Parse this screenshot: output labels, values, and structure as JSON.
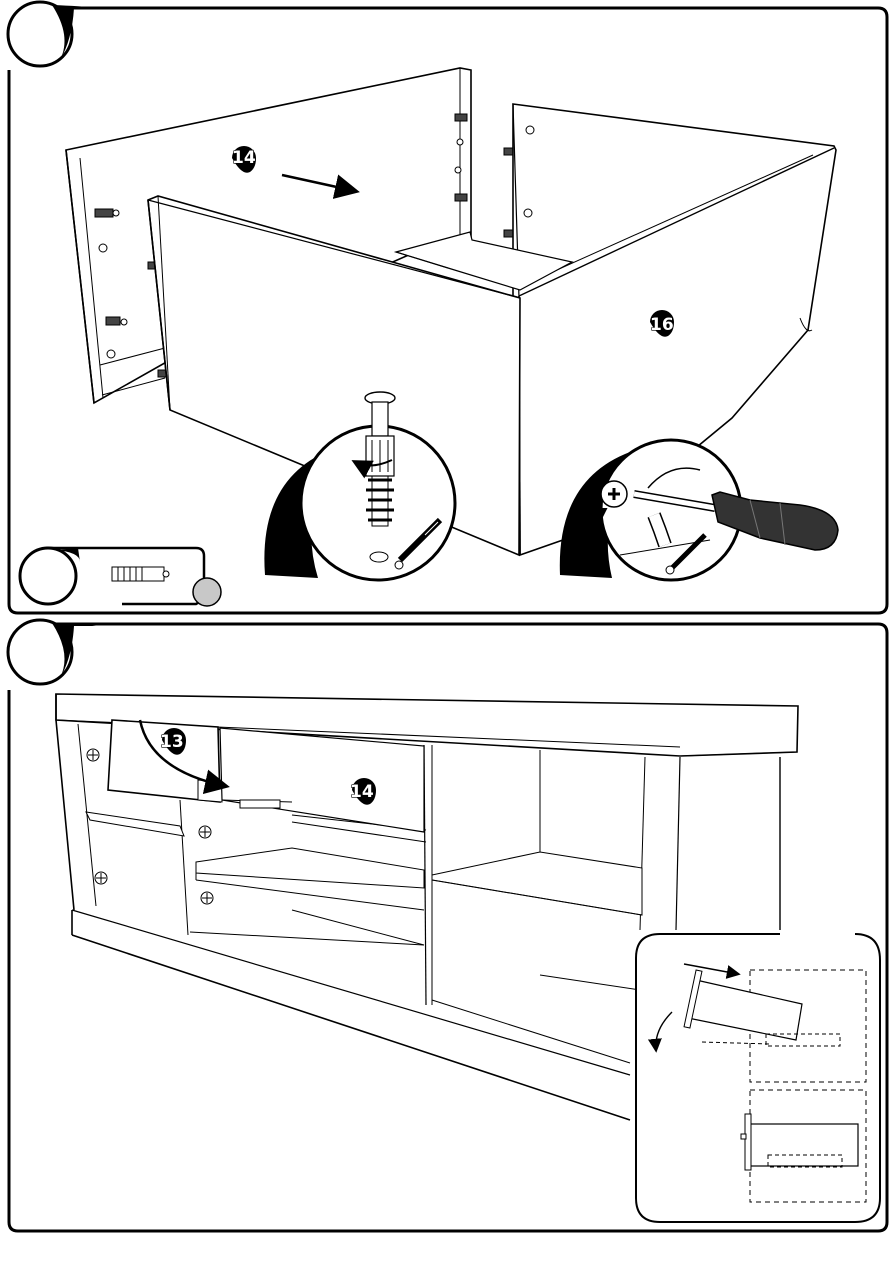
{
  "steps": [
    {
      "panel": "top",
      "part_labels": {
        "moving_panel": "14",
        "side_panel": "16"
      },
      "inset_parts": [
        "cam-bolt",
        "cam-lock"
      ],
      "hardware_icon": "dowel-pin-icon"
    },
    {
      "panel": "bottom",
      "part_labels": {
        "drawer_front": "13",
        "drawer_box": "14"
      },
      "detail": "drawer-insert-tilt-detail"
    }
  ],
  "colors": {
    "ink": "#000000",
    "paper": "#ffffff",
    "hardware_badge": "#c8c8c8",
    "screwdriver_handle": "#333333"
  }
}
